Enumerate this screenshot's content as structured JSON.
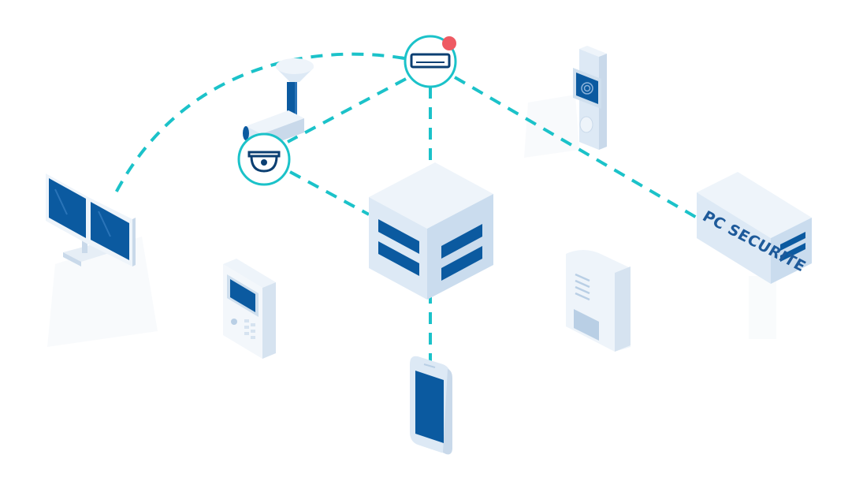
{
  "server_label": "PC SECURITE",
  "colors": {
    "link": "#1bc2c9",
    "brand": "#0b5aa0",
    "panel": "#dde9f5",
    "panel_dark": "#b9cfe5",
    "panel_mid": "#cadcee",
    "alert": "#ee5a63"
  },
  "nodes": [
    {
      "name": "nvr-recorder",
      "icon": "nvr-icon",
      "status": "alert"
    },
    {
      "name": "dome-camera",
      "icon": "dome-camera-icon"
    },
    {
      "name": "central-server",
      "icon": "server-cube-icon"
    },
    {
      "name": "pc-securite-server",
      "icon": "server-box-icon"
    },
    {
      "name": "dual-monitor",
      "icon": "monitor-icon"
    },
    {
      "name": "bullet-camera",
      "icon": "bullet-camera-icon"
    },
    {
      "name": "intercom-panel",
      "icon": "intercom-icon"
    },
    {
      "name": "fingerprint-reader",
      "icon": "fingerprint-icon"
    },
    {
      "name": "badge-reader",
      "icon": "badge-reader-icon"
    },
    {
      "name": "smartphone",
      "icon": "smartphone-icon"
    }
  ]
}
